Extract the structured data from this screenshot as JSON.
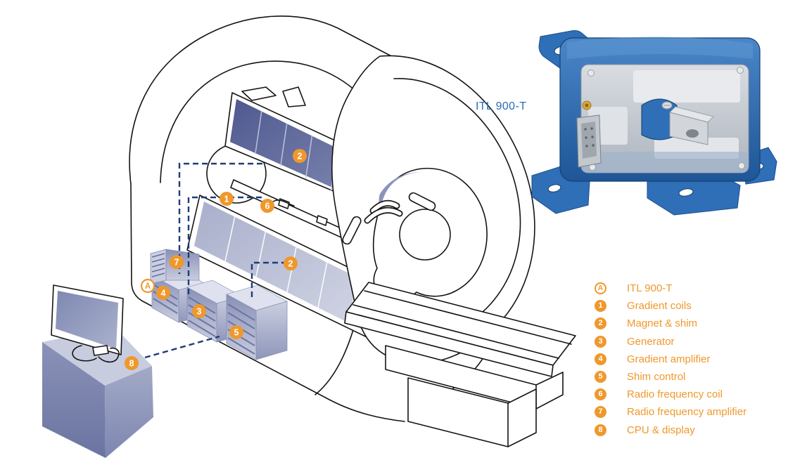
{
  "product": {
    "label": "ITL 900-T"
  },
  "legend": {
    "items": [
      {
        "id": "A",
        "label": "ITL 900-T",
        "style": "outline"
      },
      {
        "id": "1",
        "label": "Gradient coils",
        "style": "filled"
      },
      {
        "id": "2",
        "label": "Magnet & shim",
        "style": "filled"
      },
      {
        "id": "3",
        "label": "Generator",
        "style": "filled"
      },
      {
        "id": "4",
        "label": "Gradient amplifier",
        "style": "filled"
      },
      {
        "id": "5",
        "label": "Shim control",
        "style": "filled"
      },
      {
        "id": "6",
        "label": "Radio frequency coil",
        "style": "filled"
      },
      {
        "id": "7",
        "label": "Radio frequency amplifier",
        "style": "filled"
      },
      {
        "id": "8",
        "label": "CPU & display",
        "style": "filled"
      }
    ]
  },
  "callouts": {
    "a": "A",
    "n1": "1",
    "n2_upper": "2",
    "n2_lower": "2",
    "n3": "3",
    "n4": "4",
    "n5": "5",
    "n6": "6",
    "n7": "7",
    "n8": "8"
  },
  "colors": {
    "accent_orange": "#EF982B",
    "dash_navy": "#1E3C78",
    "outline_black": "#141414",
    "device_blue": "#2E6FB7",
    "product_label_blue": "#2A6CB5",
    "magnet_slab": "#6B74A3",
    "coil_slab": "#BCC1D8"
  }
}
